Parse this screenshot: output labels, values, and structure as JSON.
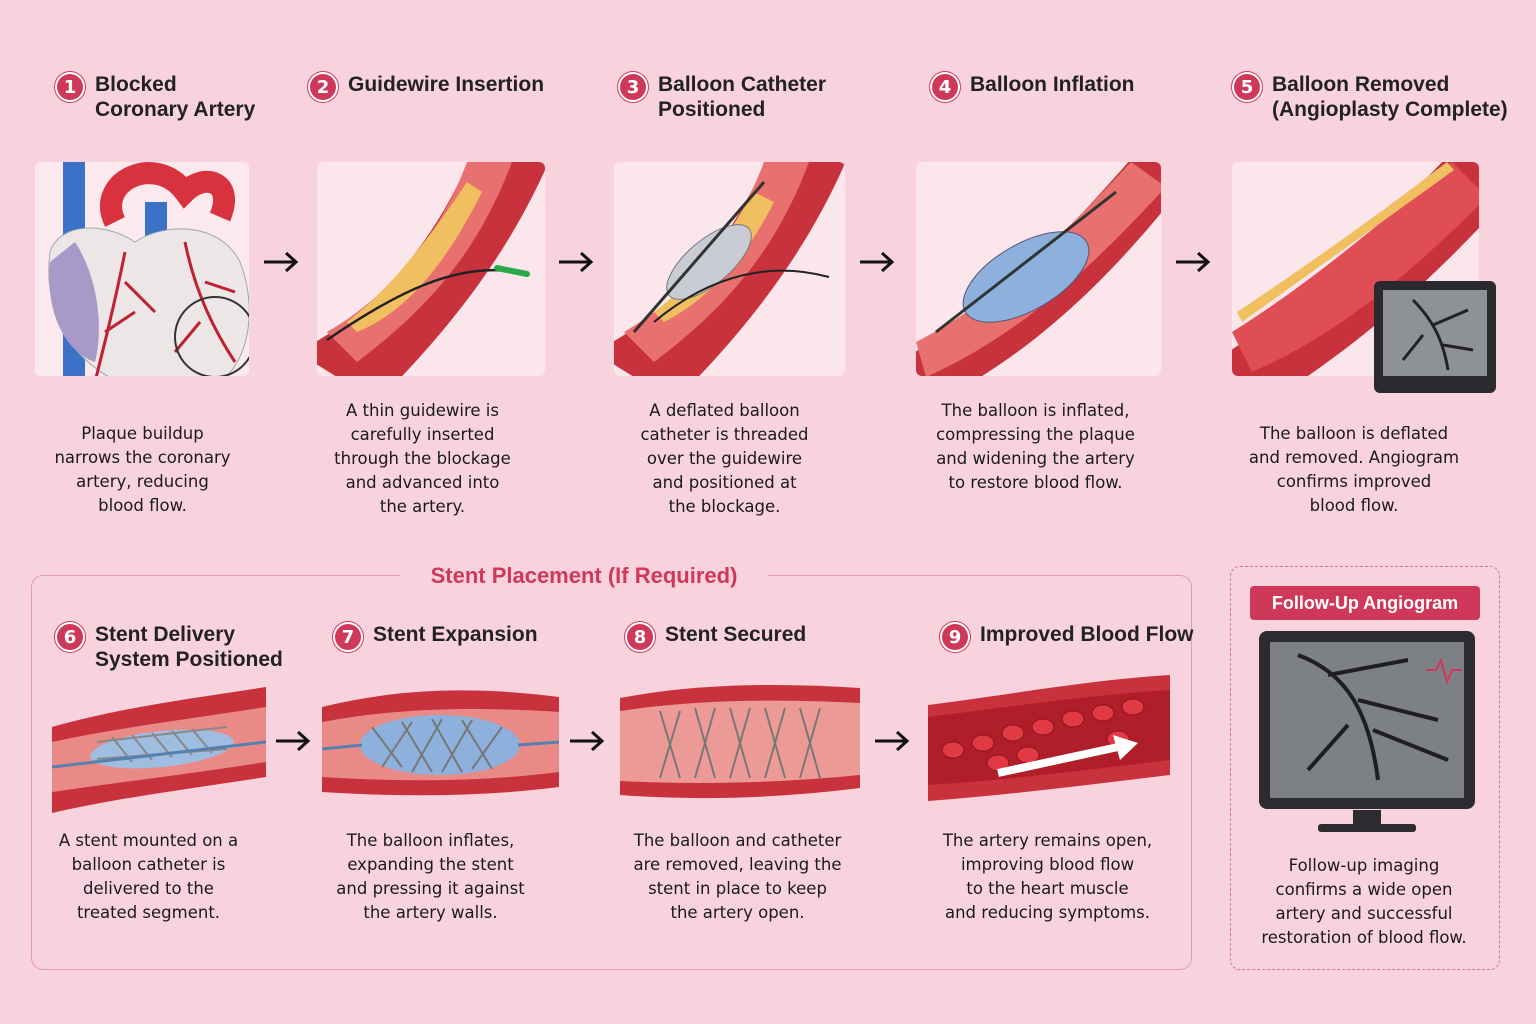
{
  "steps": [
    {
      "num": "1",
      "title": "Blocked\nCoronary Artery",
      "desc": "Plaque buildup\nnarrows the coronary\nartery, reducing\nblood flow."
    },
    {
      "num": "2",
      "title": "Guidewire Insertion",
      "desc": "A thin guidewire is\ncarefully inserted\nthrough the blockage\nand advanced into\nthe artery."
    },
    {
      "num": "3",
      "title": "Balloon Catheter\nPositioned",
      "desc": "A deflated balloon\ncatheter is threaded\nover the guidewire\nand positioned at\nthe blockage."
    },
    {
      "num": "4",
      "title": "Balloon Inflation",
      "desc": "The balloon is inflated,\ncompressing the plaque\nand widening the artery\nto restore blood flow."
    },
    {
      "num": "5",
      "title": "Balloon Removed\n(Angioplasty Complete)",
      "desc": "The balloon is deflated\nand removed. Angiogram\nconfirms improved\nblood flow."
    },
    {
      "num": "6",
      "title": "Stent Delivery\nSystem Positioned",
      "desc": "A stent mounted on a\nballoon catheter is\ndelivered to the\ntreated segment."
    },
    {
      "num": "7",
      "title": "Stent Expansion",
      "desc": "The balloon inflates,\nexpanding the stent\nand pressing it against\nthe artery walls."
    },
    {
      "num": "8",
      "title": "Stent Secured",
      "desc": "The balloon and catheter\nare removed, leaving the\nstent in place to keep\nthe artery open."
    },
    {
      "num": "9",
      "title": "Improved Blood Flow",
      "desc": "The artery remains open,\nimproving blood flow\nto the heart muscle\nand reducing symptoms."
    }
  ],
  "stent_section": {
    "title": "Stent Placement (If Required)"
  },
  "follow_up": {
    "label": "Follow-Up Angiogram",
    "desc": "Follow-up imaging\nconfirms a wide open\nartery and successful\nrestoration of blood flow."
  },
  "colors": {
    "accent": "#d0385a",
    "background": "#f8d3de",
    "artery": "#c8323c",
    "plaque": "#f0c060",
    "balloon": "#9fbde0"
  }
}
